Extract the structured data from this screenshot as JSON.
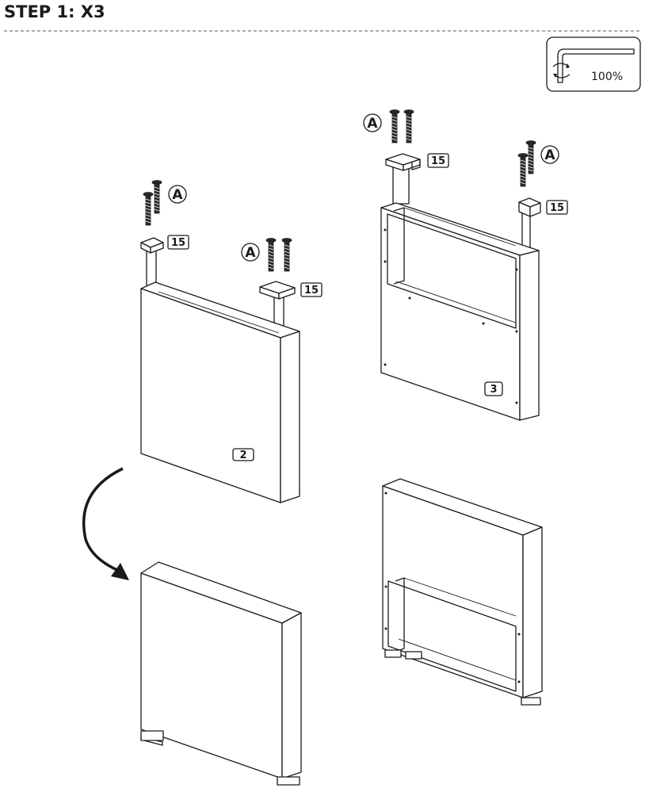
{
  "header": {
    "title": "STEP 1: X3"
  },
  "tool_badge": {
    "icon": "allen-key-icon",
    "label": "100%"
  },
  "callouts": {
    "screw_label": "A",
    "bracket_label": "15",
    "panel_left_label": "2",
    "panel_right_label": "3"
  },
  "colors": {
    "line": "#1a1a1a",
    "background": "#ffffff"
  }
}
